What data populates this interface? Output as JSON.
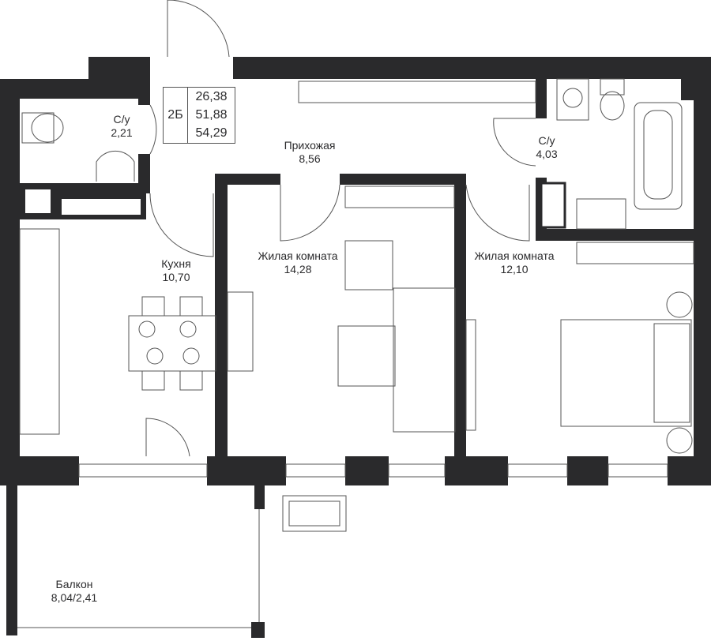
{
  "apartment": {
    "code": "2Б",
    "areas": [
      "26,38",
      "51,88",
      "54,29"
    ]
  },
  "rooms": [
    {
      "name": "С/у",
      "area": "2,21"
    },
    {
      "name": "Прихожая",
      "area": "8,56"
    },
    {
      "name": "С/у",
      "area": "4,03"
    },
    {
      "name": "Кухня",
      "area": "10,70"
    },
    {
      "name": "Жилая комната",
      "area": "14,28"
    },
    {
      "name": "Жилая комната",
      "area": "12,10"
    },
    {
      "name": "Балкон",
      "area": "8,04/2,41"
    }
  ],
  "colors": {
    "wall": "#2a2a2c",
    "line": "#555555"
  }
}
